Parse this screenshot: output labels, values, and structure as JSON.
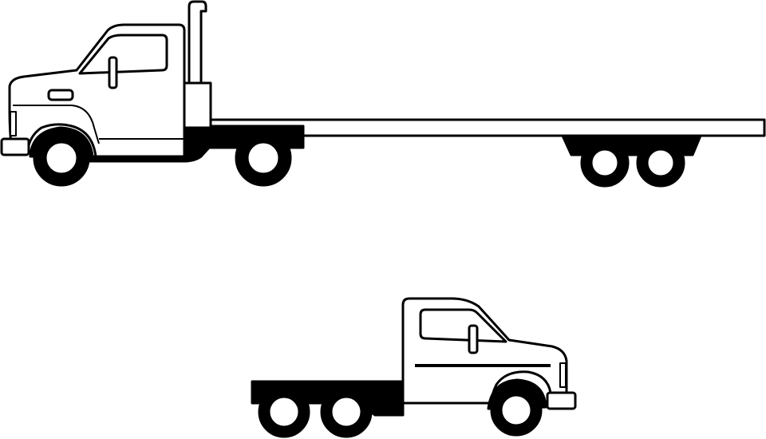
{
  "scene": {
    "background_color": "#ffffff",
    "line_color": "#000000",
    "fill_color": "#ffffff",
    "vehicles": [
      {
        "kind": "flatbed-truck-with-trailer",
        "facing": "left",
        "wheel_count": 4
      },
      {
        "kind": "tractor-cab",
        "facing": "right",
        "wheel_count": 3
      }
    ]
  }
}
